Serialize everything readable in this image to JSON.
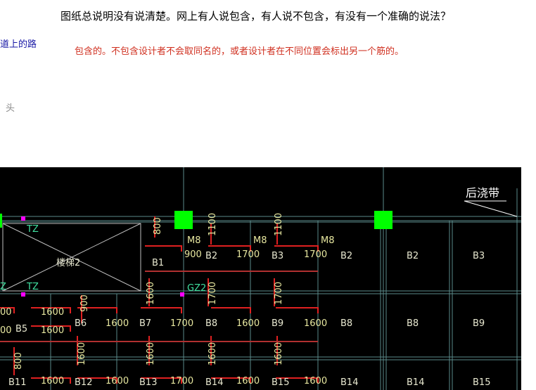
{
  "post": {
    "question": "图纸总说明没有说清楚。网上有人说包含，有人说不包含，有没有一个准确的说法？",
    "sidelink": "道上的路",
    "answer": "包含的。不包含设计者不会取同名的，或者设计者在不同位置会标出另一个筋的。",
    "fragment": "头"
  },
  "drawing": {
    "labels": {
      "post_pour_band": "后浇带",
      "stair": "楼梯2",
      "tz1": "TZ",
      "tz2": "TZ",
      "gz2": "GZ2",
      "z": "Z",
      "m8_1": "M8",
      "m8_2": "M8",
      "m8_3": "M8"
    },
    "slabs": {
      "b1": "B1",
      "b2a": "B2",
      "b3a": "B3",
      "b2b": "B2",
      "b2c": "B2",
      "b3b": "B3",
      "b5": "B5",
      "b6": "B6",
      "b7": "B7",
      "b8a": "B8",
      "b9": "B9",
      "b8b": "B8",
      "b8c": "B8",
      "b9b": "B9",
      "b11": "B11",
      "b12": "B12",
      "b13": "B13",
      "b14a": "B14",
      "b15a": "B15",
      "b14b": "B14",
      "b14c": "B14",
      "b15b": "B15"
    },
    "dims": {
      "d800a": "800",
      "d1100a": "1100",
      "d1100b": "1100",
      "d900": "900",
      "d1700a": "1700",
      "d1700b": "1700",
      "d1600a": "1600",
      "d1600b": "1600",
      "d900b": "900",
      "d1600c": "1600",
      "d1700c": "1700",
      "d1600d": "1600",
      "d1600e": "1600",
      "d1600v": "1600",
      "d1700v": "1700",
      "d1700v2": "1700",
      "d800b": "800",
      "d1600f": "1600",
      "d1600g": "1600",
      "d1700d": "1700",
      "d1600h": "1600",
      "d1600i": "1600",
      "d1600v3": "1600",
      "d1600v4": "1600",
      "d1600v5": "1600",
      "d1600v6": "1600",
      "d00a": "00",
      "d00b": "00"
    }
  }
}
